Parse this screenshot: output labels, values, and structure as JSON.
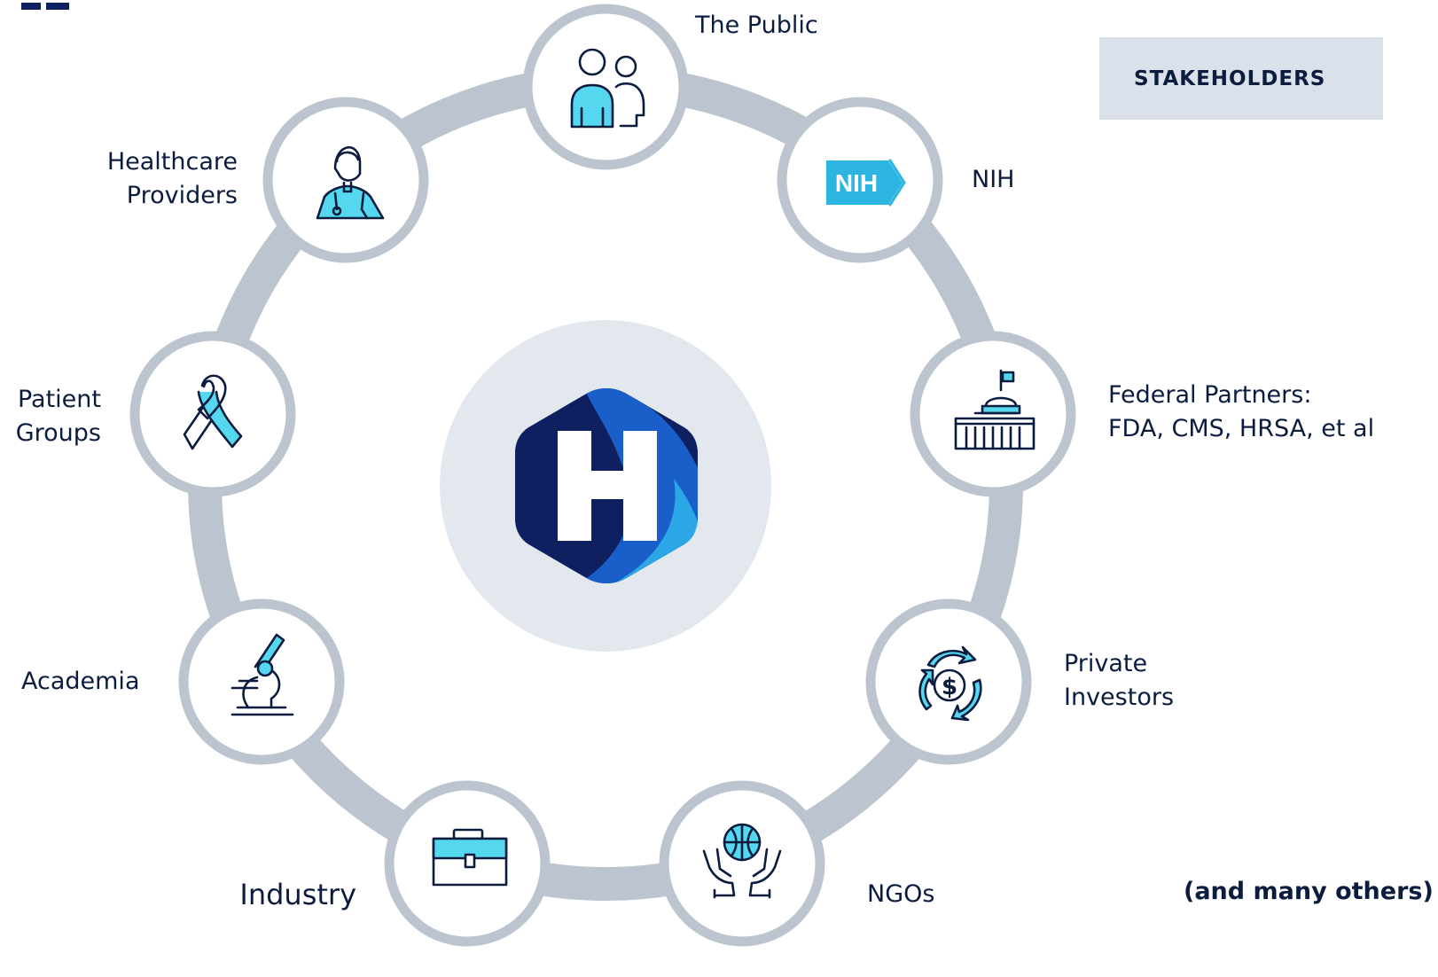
{
  "header_badge": "STAKEHOLDERS",
  "footnote": "(and many others)",
  "center_logo": {
    "letter": "H"
  },
  "stakeholders": [
    {
      "id": "public",
      "label": "The Public",
      "icon": "people-icon"
    },
    {
      "id": "nih",
      "label": "NIH",
      "icon": "nih-logo-icon",
      "icon_text": "NIH"
    },
    {
      "id": "federal",
      "label": "Federal Partners:\nFDA, CMS, HRSA, et al",
      "icon": "capitol-building-icon"
    },
    {
      "id": "investors",
      "label": "Private\nInvestors",
      "icon": "dollar-cycle-icon"
    },
    {
      "id": "ngos",
      "label": "NGOs",
      "icon": "hands-globe-icon"
    },
    {
      "id": "industry",
      "label": "Industry",
      "icon": "briefcase-icon"
    },
    {
      "id": "academia",
      "label": "Academia",
      "icon": "microscope-icon"
    },
    {
      "id": "patients",
      "label": "Patient\nGroups",
      "icon": "awareness-ribbon-icon"
    },
    {
      "id": "providers",
      "label": "Healthcare\nProviders",
      "icon": "doctor-icon"
    }
  ],
  "colors": {
    "navy": "#0b1c3f",
    "cyan": "#55d8ef",
    "ring": "#bcc4cf",
    "center_disc": "#e3e8ef",
    "logo_dark": "#0e2060",
    "logo_mid": "#1565c0",
    "logo_light": "#2aa7e4"
  }
}
